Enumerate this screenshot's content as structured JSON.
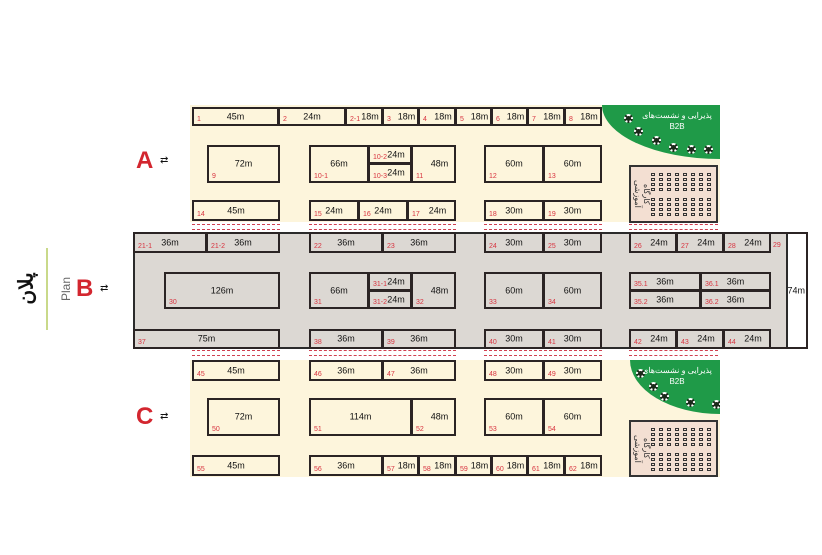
{
  "plan": {
    "title_fa": "پلان",
    "title_en": "Plan"
  },
  "halls": [
    {
      "label": "A",
      "booths": [
        {
          "id": "1",
          "size": "45m"
        },
        {
          "id": "2",
          "size": "24m"
        },
        {
          "id": "2-1",
          "size": "18m"
        },
        {
          "id": "3",
          "size": "18m"
        },
        {
          "id": "4",
          "size": "18m"
        },
        {
          "id": "5",
          "size": "18m"
        },
        {
          "id": "6",
          "size": "18m"
        },
        {
          "id": "7",
          "size": "18m"
        },
        {
          "id": "8",
          "size": "18m"
        },
        {
          "id": "9",
          "size": "72m"
        },
        {
          "id": "10-1",
          "size": "66m"
        },
        {
          "id": "10-2",
          "size": "24m"
        },
        {
          "id": "10-3",
          "size": "24m"
        },
        {
          "id": "11",
          "size": "48m"
        },
        {
          "id": "12",
          "size": "60m"
        },
        {
          "id": "13",
          "size": "60m"
        },
        {
          "id": "14",
          "size": "45m"
        },
        {
          "id": "15",
          "size": "24m"
        },
        {
          "id": "16",
          "size": "24m"
        },
        {
          "id": "17",
          "size": "24m"
        },
        {
          "id": "18",
          "size": "30m"
        },
        {
          "id": "19",
          "size": "30m"
        }
      ],
      "lounge": "پذیرایی و نشست‌های B2B",
      "workshop": "کارگاه آموزشی"
    },
    {
      "label": "B",
      "booths": [
        {
          "id": "21-1",
          "size": "36m"
        },
        {
          "id": "21-2",
          "size": "36m"
        },
        {
          "id": "22",
          "size": "36m"
        },
        {
          "id": "23",
          "size": "36m"
        },
        {
          "id": "24",
          "size": "30m"
        },
        {
          "id": "25",
          "size": "30m"
        },
        {
          "id": "26",
          "size": "24m"
        },
        {
          "id": "27",
          "size": "24m"
        },
        {
          "id": "28",
          "size": "24m"
        },
        {
          "id": "29",
          "size": "74m"
        },
        {
          "id": "30",
          "size": "126m"
        },
        {
          "id": "31",
          "size": "66m"
        },
        {
          "id": "31-1",
          "size": "24m"
        },
        {
          "id": "31-2",
          "size": "24m"
        },
        {
          "id": "32",
          "size": "48m"
        },
        {
          "id": "33",
          "size": "60m"
        },
        {
          "id": "34",
          "size": "60m"
        },
        {
          "id": "35.1",
          "size": "36m"
        },
        {
          "id": "36.1",
          "size": "36m"
        },
        {
          "id": "35.2",
          "size": "36m"
        },
        {
          "id": "36.2",
          "size": "36m"
        },
        {
          "id": "37",
          "size": "75m"
        },
        {
          "id": "38",
          "size": "36m"
        },
        {
          "id": "39",
          "size": "36m"
        },
        {
          "id": "40",
          "size": "30m"
        },
        {
          "id": "41",
          "size": "30m"
        },
        {
          "id": "42",
          "size": "24m"
        },
        {
          "id": "43",
          "size": "24m"
        },
        {
          "id": "44",
          "size": "24m"
        }
      ]
    },
    {
      "label": "C",
      "booths": [
        {
          "id": "45",
          "size": "45m"
        },
        {
          "id": "46",
          "size": "36m"
        },
        {
          "id": "47",
          "size": "36m"
        },
        {
          "id": "48",
          "size": "30m"
        },
        {
          "id": "49",
          "size": "30m"
        },
        {
          "id": "50",
          "size": "72m"
        },
        {
          "id": "51",
          "size": "114m"
        },
        {
          "id": "52",
          "size": "48m"
        },
        {
          "id": "53",
          "size": "60m"
        },
        {
          "id": "54",
          "size": "60m"
        },
        {
          "id": "55",
          "size": "45m"
        },
        {
          "id": "56",
          "size": "36m"
        },
        {
          "id": "57",
          "size": "18m"
        },
        {
          "id": "58",
          "size": "18m"
        },
        {
          "id": "59",
          "size": "18m"
        },
        {
          "id": "60",
          "size": "18m"
        },
        {
          "id": "61",
          "size": "18m"
        },
        {
          "id": "62",
          "size": "18m"
        }
      ],
      "lounge": "پذیرایی و نشست‌های B2B",
      "workshop": "کارگاه آموزشی"
    }
  ],
  "arrow_icon": "bidirectional-arrow-icon",
  "colors": {
    "booth_number": "#d8333f",
    "hall_letter": "#d3262f",
    "lounge": "#1f9a48"
  }
}
